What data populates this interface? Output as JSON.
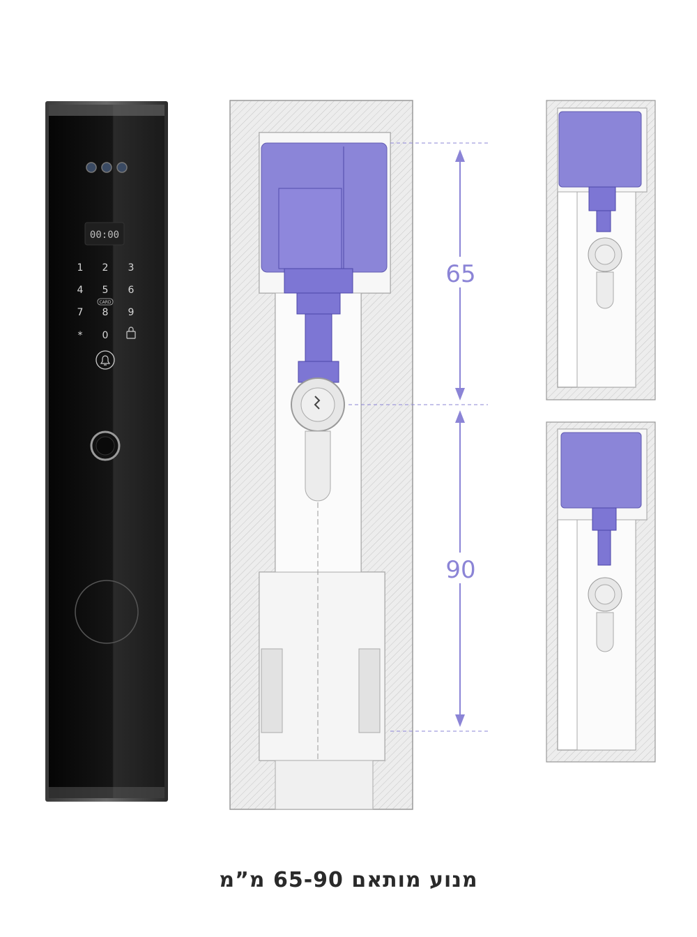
{
  "caption": "מנוע מותאם 65-90 מ”מ",
  "lock_panel": {
    "display_time": "00:00",
    "keys": [
      "1",
      "2",
      "3",
      "4",
      "5",
      "6",
      "7",
      "8",
      "9",
      "*",
      "0"
    ],
    "card_label": "CARD"
  },
  "dimensions": {
    "upper_label": "65",
    "lower_label": "90"
  },
  "colors": {
    "accent": "#8b84d6",
    "motor_fill": "#7d76d4",
    "panel_body": "#0d0d0d"
  }
}
